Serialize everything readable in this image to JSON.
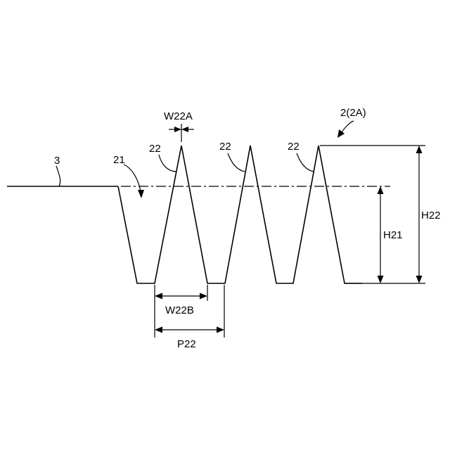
{
  "labels": {
    "surface": "3",
    "groove": "21",
    "tooth_1": "22",
    "tooth_2": "22",
    "tooth_3": "22",
    "part": "2(2A)",
    "tip_width": "W22A",
    "base_width": "W22B",
    "pitch": "P22",
    "groove_depth": "H21",
    "tooth_height": "H22"
  }
}
